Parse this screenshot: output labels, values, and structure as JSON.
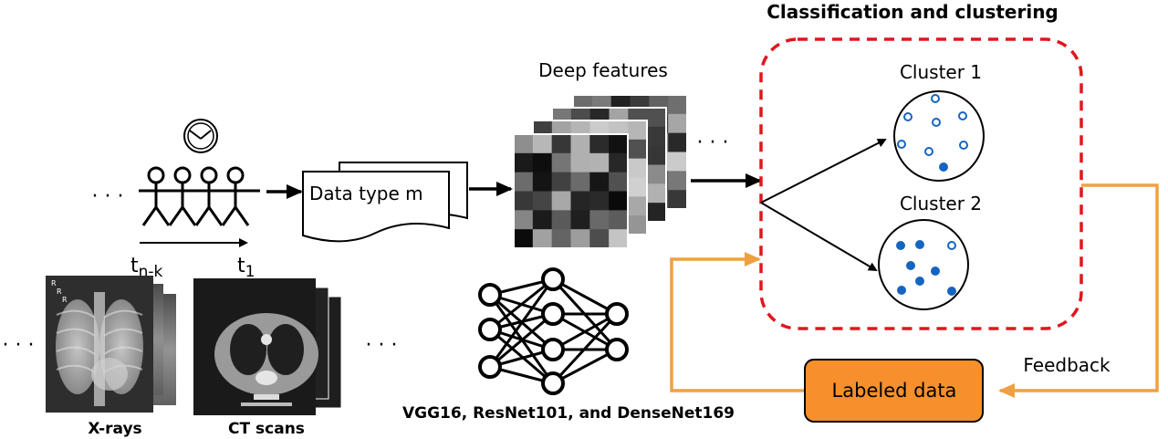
{
  "title": "Classification and clustering",
  "timeline": {
    "ellipsis_left": "· · ·",
    "t_start_base": "t",
    "t_start_sub": "n-k",
    "t_end_base": "t",
    "t_end_sub": "1"
  },
  "data_box_label": "Data type m",
  "deep_features": {
    "label": "Deep features",
    "ellipsis": "· · ·"
  },
  "images": {
    "ellipsis_left": "· · ·",
    "xray_label": "X-rays",
    "ct_label": "CT scans",
    "ellipsis_right": "· · ·",
    "xray_marker": "R"
  },
  "network_label": "VGG16, ResNet101, and DenseNet169",
  "clusters": [
    {
      "label": "Cluster 1"
    },
    {
      "label": "Cluster 2"
    }
  ],
  "labeled_data": "Labeled data",
  "feedback": "Feedback",
  "colors": {
    "dashed_border": "#e0161e",
    "feedback_line": "#f0a043",
    "labeled_fill": "#f7902b",
    "point_blue": "#1565c0"
  }
}
